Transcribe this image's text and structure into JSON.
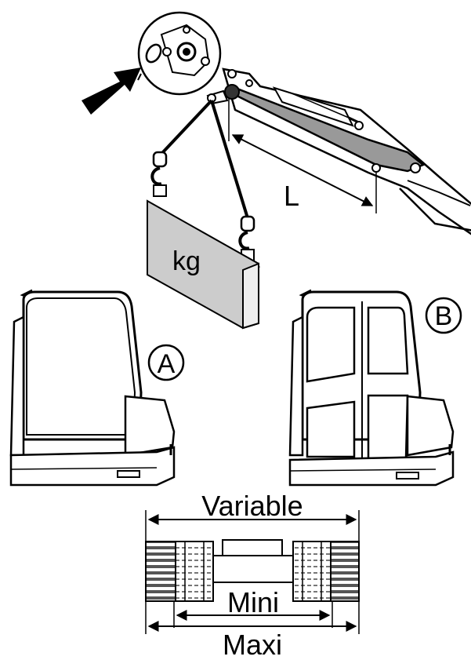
{
  "labels": {
    "length": "L",
    "mass": "kg",
    "cab_a": "A",
    "cab_b": "B",
    "variable": "Variable",
    "mini": "Mini",
    "maxi": "Maxi"
  },
  "colors": {
    "line": "#000000",
    "fill_gray": "#cccccc",
    "boom_fill": "#999999",
    "background": "#ffffff"
  },
  "icons": {
    "pointer": "black-arrow-icon",
    "zoom": "magnifier-circle-icon"
  }
}
